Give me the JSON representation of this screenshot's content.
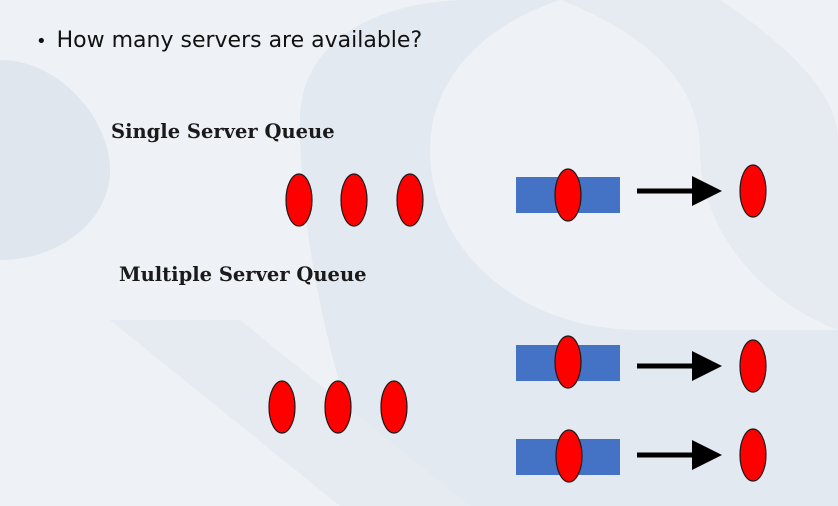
{
  "slide": {
    "bullet": "How many servers are available?",
    "single_label": "Single Server Queue",
    "multi_label": "Multiple Server Queue"
  },
  "colors": {
    "customer": "#ff0000",
    "customer_stroke": "#1a1a1a",
    "server": "#4472c4",
    "arrow": "#000000",
    "watermark": "#dfe6ee"
  },
  "icons": {
    "customer": "red-ellipse",
    "server": "blue-rectangle",
    "flow": "right-arrow"
  }
}
